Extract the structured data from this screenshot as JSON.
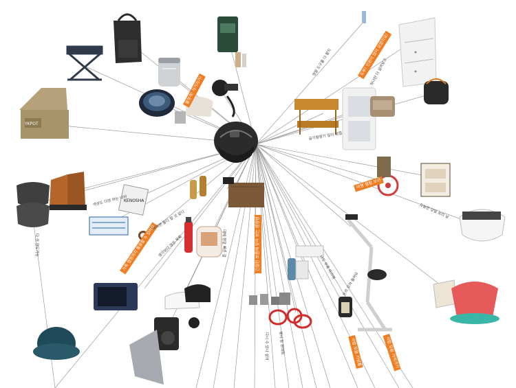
{
  "labels": {
    "tag_1": "불청객! 자가자가!",
    "tag_2": "도부! 인원이 많이 모였어요!",
    "tag_3": "가족 캠핑까지 활용할 수 있어요",
    "tag_4": "간절한 보름에 맞아 보는 캠핑템",
    "tag_5": "서랍 모음 기념품",
    "tag_6": "서랍 모음 가져가기",
    "tag_7": "여행 캠핑 보관",
    "note_1": "하나만 더 살려보고",
    "note_2": "정말 도구를 다 팔지",
    "note_3": "공기청정기 일이 정렬",
    "note_4": "오늘만 당일 보리 날",
    "note_5": "색상도 다양 하는 나비",
    "note_6": "어쩌면 둘다 할 것 같다",
    "note_7": "다 산 양도가능",
    "note_8": "생각보다 많은 목록",
    "note_9": "다시 수 있나 싶어",
    "note_10": "행사 장 판매점",
    "note_11": "돈의 모자 들어요",
    "note_12": "나도 부록 따라해",
    "note_13": "대체 정말 빠른 걸",
    "brand_box": "KENOSHA",
    "cooler_brand": "YKPOT"
  },
  "colors": {
    "accent": "#ef7d22",
    "line": "#9a9a9a"
  },
  "icons": [
    "helmet-icon",
    "cooler-box-icon",
    "folding-chair-icon",
    "hanging-bag-icon",
    "canister-icon",
    "pan-set-icon",
    "coffee-bag-icon",
    "hair-dryer-icon",
    "spray-can-icon",
    "table-icon",
    "drawer-cabinet-icon",
    "air-purifier-icon",
    "bamboo-shelf-icon",
    "pot-bag-icon",
    "lantern-case-icon",
    "fan-icon",
    "tea-box-icon",
    "visor-icon",
    "hiking-boots-icon",
    "seat-cushion-icon",
    "battery-pack-icon",
    "watch-icon",
    "oil-bottles-icon",
    "grill-plate-icon",
    "heater-icon",
    "fire-extinguisher-icon",
    "microwave-icon",
    "sneakers-icon",
    "coffee-maker-icon",
    "shade-tarp-icon",
    "hat-icon",
    "cup-set-icon",
    "rope-icon",
    "bottle-icon",
    "lantern-icon",
    "exercise-bike-icon",
    "pouch-icon",
    "basket-icon",
    "pillow-icon"
  ]
}
